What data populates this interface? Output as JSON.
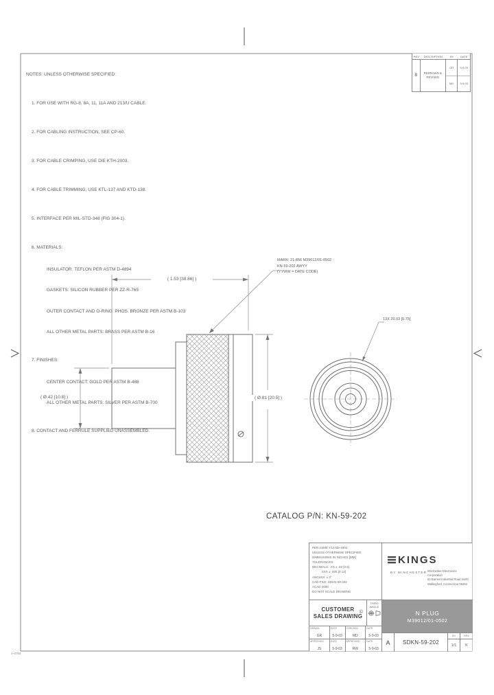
{
  "sheet": {
    "footer_code": "A-0784"
  },
  "rev_table": {
    "col_rev": "REV",
    "col_desc": "DESCRIPTION",
    "col_by": "BY",
    "col_date": "DATE",
    "rev": "B",
    "desc_line1": "REDRAWN &",
    "desc_line2": "REVISED",
    "by1": "GR",
    "date1": "5-9-03",
    "by2": "MD",
    "date2": "5-9-03"
  },
  "notes": {
    "title": "NOTES: UNLESS OTHERWISE SPECIFIED:",
    "items": [
      "1. FOR USE WITH RG-8, 8A, 11, 11A AND 213/U CABLE.",
      "2. FOR CABLING INSTRUCTION, SEE CP-60.",
      "3. FOR CABLE CRIMPING, USE DIE KTH-2003.",
      "4. FOR CABLE TRIMMING, USE KTL-137 AND KTD-138.",
      "5. INTERFACE PER MIL-STD-348 (FIG 304-1).",
      "6. MATERIALS:",
      "INSULATOR: TEFLON PER ASTM D-4894",
      "GASKETS: SILICON RUBBER PER ZZ-R-765",
      "OUTER CONTACT AND O-RING: PHOS. BRONZE PER ASTM B-103",
      "ALL OTHER METAL PARTS: BRASS PER ASTM B-16",
      "7. FINISHES:",
      "CENTER CONTACT: GOLD PER ASTM B-488",
      "ALL OTHER METAL PARTS: SILVER PER ASTM B-700",
      "8. CONTACT AND FERRULE SUPPLIED UNASSEMBLED."
    ]
  },
  "drawing": {
    "mark_line1": "MARK: 21-856 M39012/01-0502",
    "mark_line2": "KN-59-202 AWYY",
    "mark_line3": "(YYWW = DATE CODE)",
    "dim_overall_length": "( 1.53 [38.86] )",
    "dim_cable_dia": "( Ø.42 [10.8] )",
    "dim_body_dia": "( Ø.81 [20.5] )",
    "front_callout": "13X 29.03 [0.75]",
    "catalog_pn": "CATALOG P/N: KN-59-202"
  },
  "title_block": {
    "tolerances": [
      "PER ASME Y14.5M-1994",
      "UNLESS OTHERWISE SPECIFIED",
      "DIMENSIONS IN INCHES [MM]",
      "TOLERANCES:",
      "DECIMALS: .XX ± .02 [0.5]",
      "          .XXX ± .005 [0.13]",
      "ANGLES: ± 2°",
      "CAD FILE: SDKN-59-202",
      "ACAD 2000",
      "DO NOT SCALE DRAWING"
    ],
    "brand_name": "KINGS",
    "brand_by": "BY WINCHESTER",
    "address1": "Winchester Electronics Corporation",
    "address2": "63 Barnes Industrial Road North",
    "address3": "Wallingford, Connecticut 06492",
    "doc_type1": "CUSTOMER",
    "doc_type2": "SALES DRAWING",
    "copyright": "©",
    "projection1": "THIRD",
    "projection2": "ANGLE",
    "part_title1": "N PLUG",
    "part_title2": "M39012/01-0502",
    "sig": {
      "drawn_label": "DRAWN",
      "drawn": "GR",
      "drawn_date_label": "DATE",
      "drawn_date": "5-9-03",
      "checked_label": "CHECKED",
      "checked": "MD",
      "checked_date_label": "DATE",
      "checked_date": "5-9-03",
      "app1_label": "APPROVED",
      "app1": "JS",
      "app1_date_label": "DATE",
      "app1_date": "5-9-03",
      "app2_label": "APPROVED",
      "app2": "RW",
      "app2_date_label": "DATE",
      "app2_date": "5-9-03"
    },
    "size": "A",
    "drawing_number": "SDKN-59-202",
    "sheet_label": "SH",
    "sheet": "1/1",
    "rev_label": "REV",
    "rev": "K"
  }
}
